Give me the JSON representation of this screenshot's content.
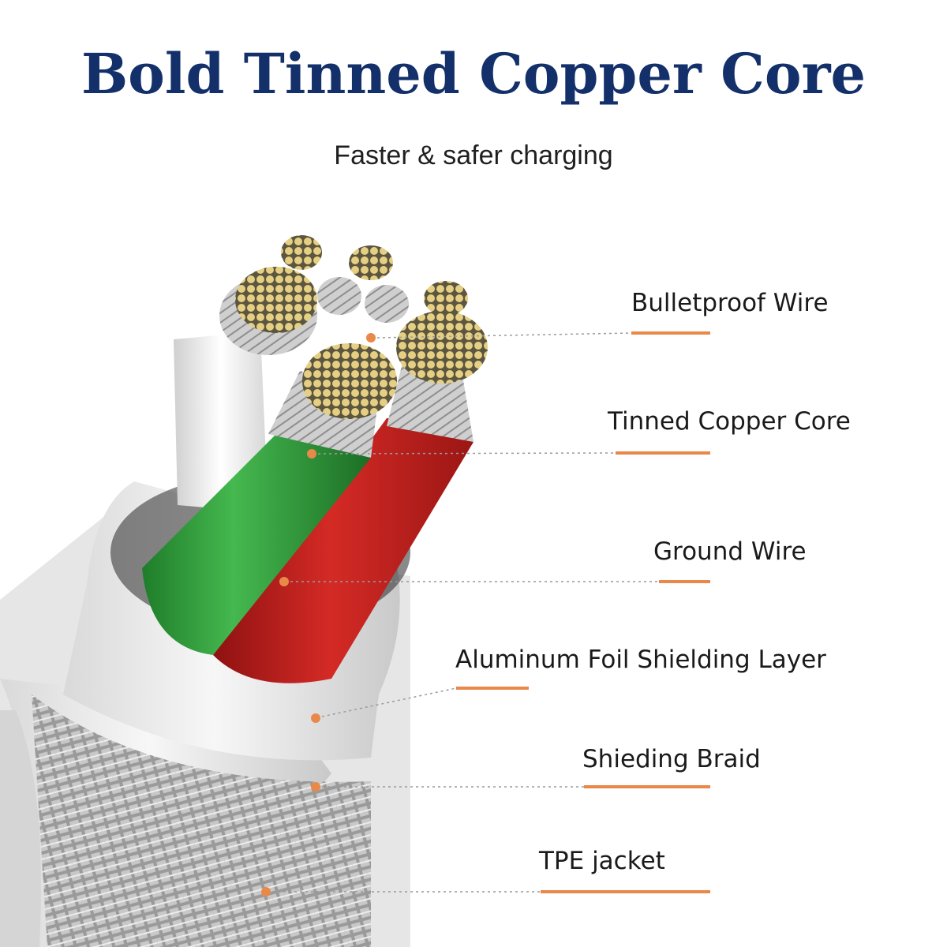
{
  "title": "Bold Tinned Copper Core",
  "subtitle": "Faster & safer charging",
  "labels": [
    "Bulletproof Wire",
    "Tinned Copper Core",
    "Ground Wire",
    "Aluminum Foil Shielding Layer",
    "Shieding Braid",
    "TPE jacket"
  ],
  "colors": {
    "title": "#13306b",
    "accent_line": "#e8894a",
    "green_wire": "#2f9a3a",
    "red_wire": "#c4201f",
    "jacket": "#f2f2f2",
    "copper": "#d8c27a"
  }
}
